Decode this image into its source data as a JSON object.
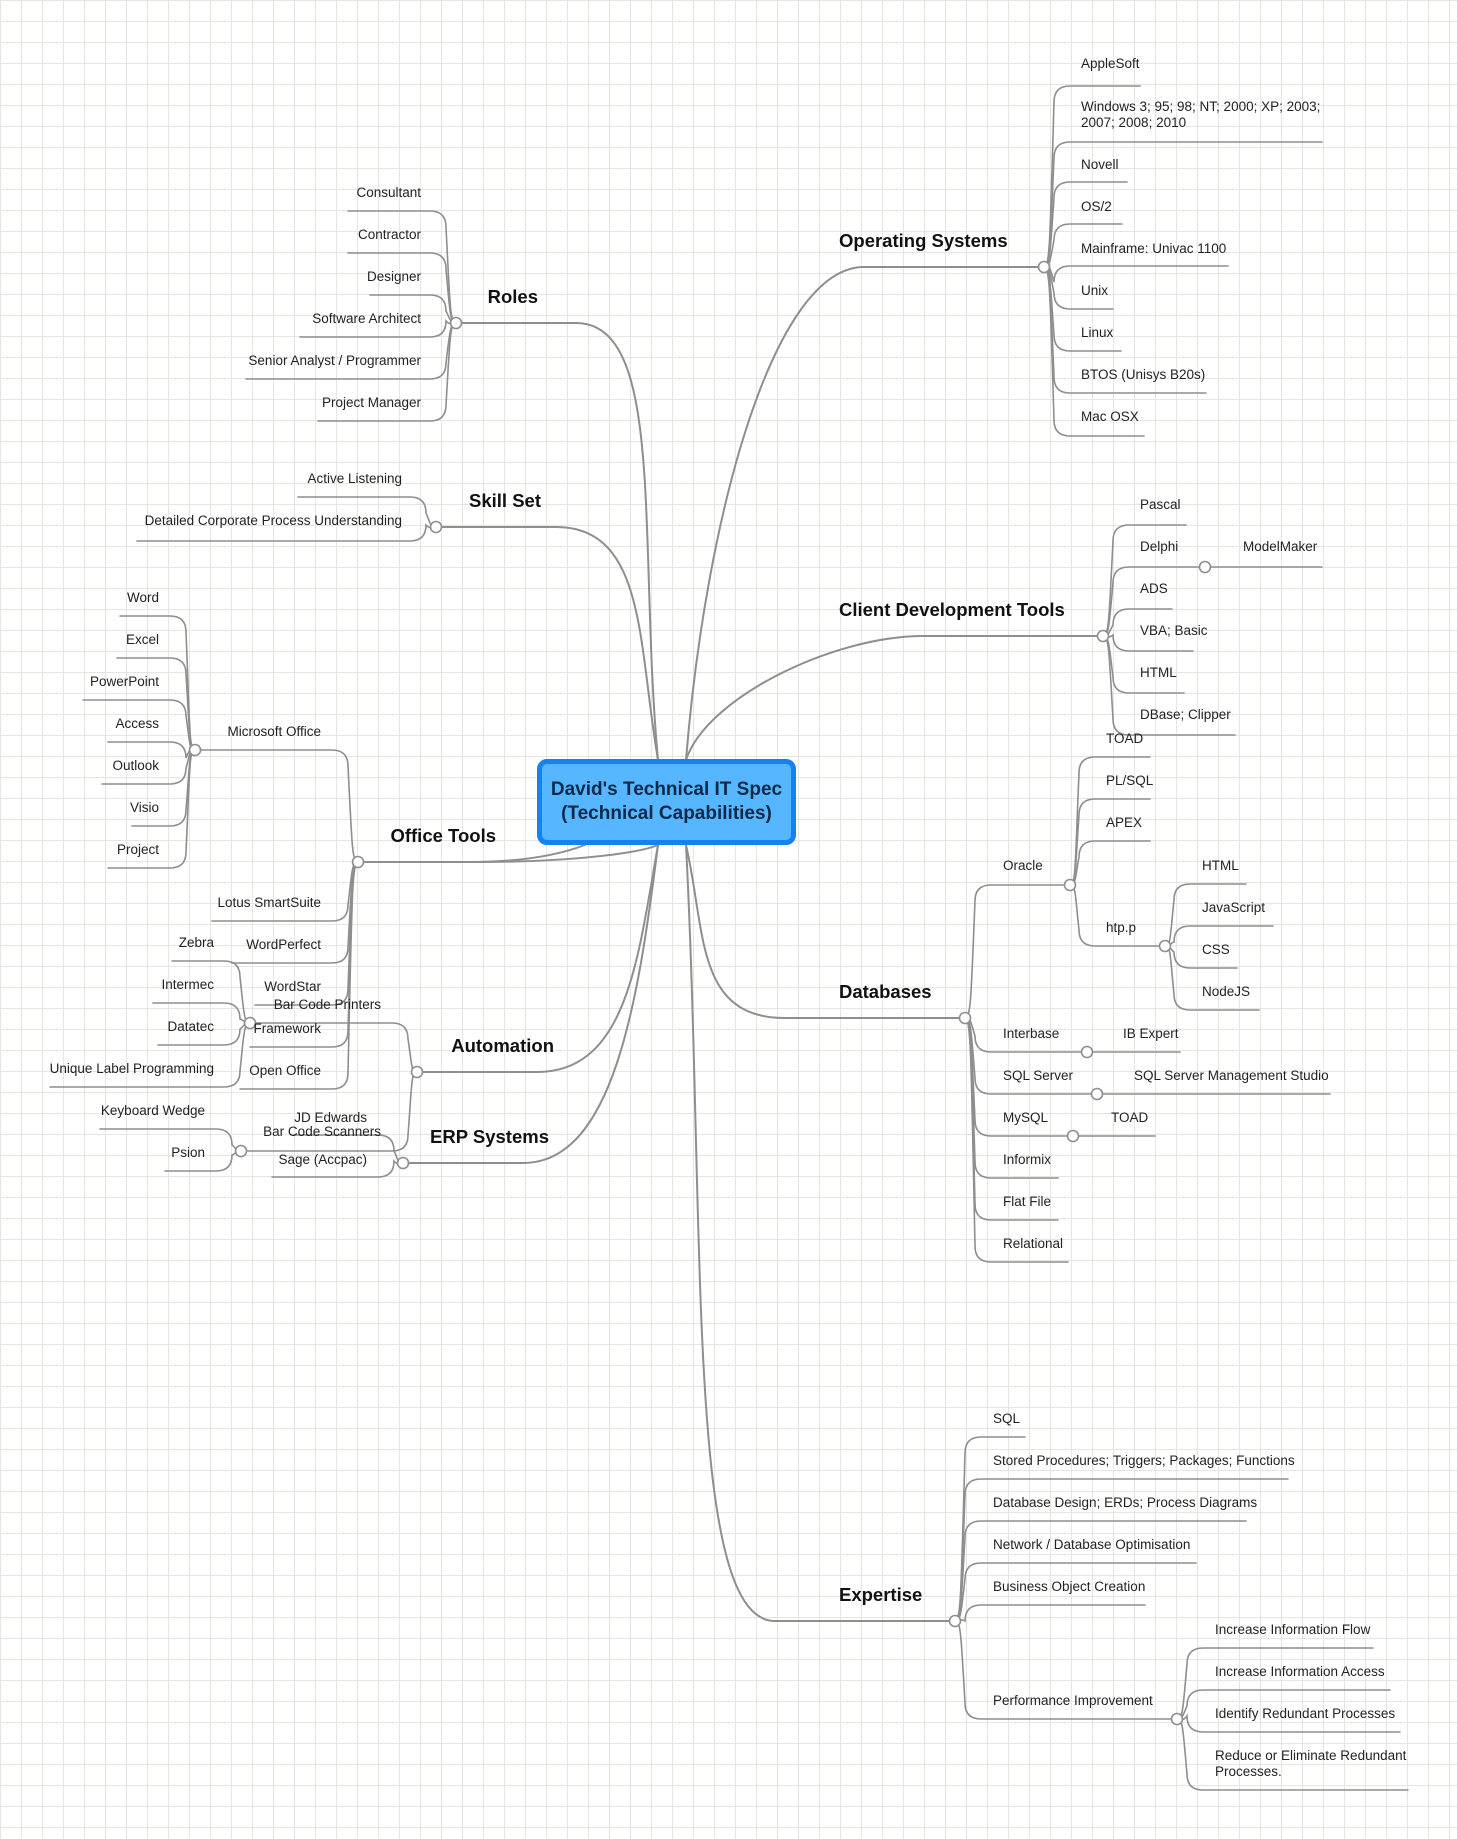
{
  "center": {
    "line1": "David's Technical IT Spec",
    "line2": "(Technical Capabilities)"
  },
  "branches": {
    "roles": {
      "title": "Roles",
      "items": [
        "Consultant",
        "Contractor",
        "Designer",
        "Software Architect",
        "Senior Analyst / Programmer",
        "Project Manager"
      ]
    },
    "skill_set": {
      "title": "Skill Set",
      "items": [
        "Active Listening",
        "Detailed Corporate Process Understanding"
      ]
    },
    "office_tools": {
      "title": "Office Tools",
      "microsoft_office": {
        "label": "Microsoft Office",
        "items": [
          "Word",
          "Excel",
          "PowerPoint",
          "Access",
          "Outlook",
          "Visio",
          "Project"
        ]
      },
      "items": [
        "Lotus SmartSuite",
        "WordPerfect",
        "WordStar",
        "Framework",
        "Open Office"
      ]
    },
    "automation": {
      "title": "Automation",
      "bar_code_printers": {
        "label": "Bar Code Printers",
        "items": [
          "Zebra",
          "Intermec",
          "Datatec",
          "Unique Label Programming"
        ]
      },
      "bar_code_scanners": {
        "label": "Bar Code Scanners",
        "items": [
          "Keyboard Wedge",
          "Psion"
        ]
      }
    },
    "erp_systems": {
      "title": "ERP Systems",
      "items": [
        "JD Edwards",
        "Sage (Accpac)"
      ]
    },
    "operating_systems": {
      "title": "Operating Systems",
      "items": [
        "AppleSoft",
        "Windows 3; 95; 98; NT; 2000; XP; 2003; 2007; 2008; 2010",
        "Novell",
        "OS/2",
        "Mainframe: Univac 1100",
        "Unix",
        "Linux",
        "BTOS (Unisys B20s)",
        "Mac OSX"
      ]
    },
    "client_dev_tools": {
      "title": "Client Development Tools",
      "items": [
        "Pascal",
        "Delphi",
        "ADS",
        "VBA; Basic",
        "HTML",
        "DBase; Clipper"
      ],
      "delphi_child": "ModelMaker"
    },
    "databases": {
      "title": "Databases",
      "oracle": {
        "label": "Oracle",
        "items": [
          "TOAD",
          "PL/SQL",
          "APEX",
          "htp.p"
        ],
        "htpp_items": [
          "HTML",
          "JavaScript",
          "CSS",
          "NodeJS"
        ]
      },
      "interbase": {
        "label": "Interbase",
        "child": "IB Expert"
      },
      "sql_server": {
        "label": "SQL Server",
        "child": "SQL Server Management Studio"
      },
      "mysql": {
        "label": "MySQL",
        "child": "TOAD"
      },
      "others": [
        "Informix",
        "Flat File",
        "Relational"
      ]
    },
    "expertise": {
      "title": "Expertise",
      "items": [
        "SQL",
        "Stored Procedures; Triggers; Packages; Functions",
        "Database Design; ERDs; Process Diagrams",
        "Network / Database Optimisation",
        "Business Object Creation"
      ],
      "performance": {
        "label": "Performance Improvement",
        "items": [
          "Increase Information Flow",
          "Increase Information Access",
          "Identify Redundant Processes",
          "Reduce or Eliminate Redundant Processes."
        ]
      }
    }
  }
}
